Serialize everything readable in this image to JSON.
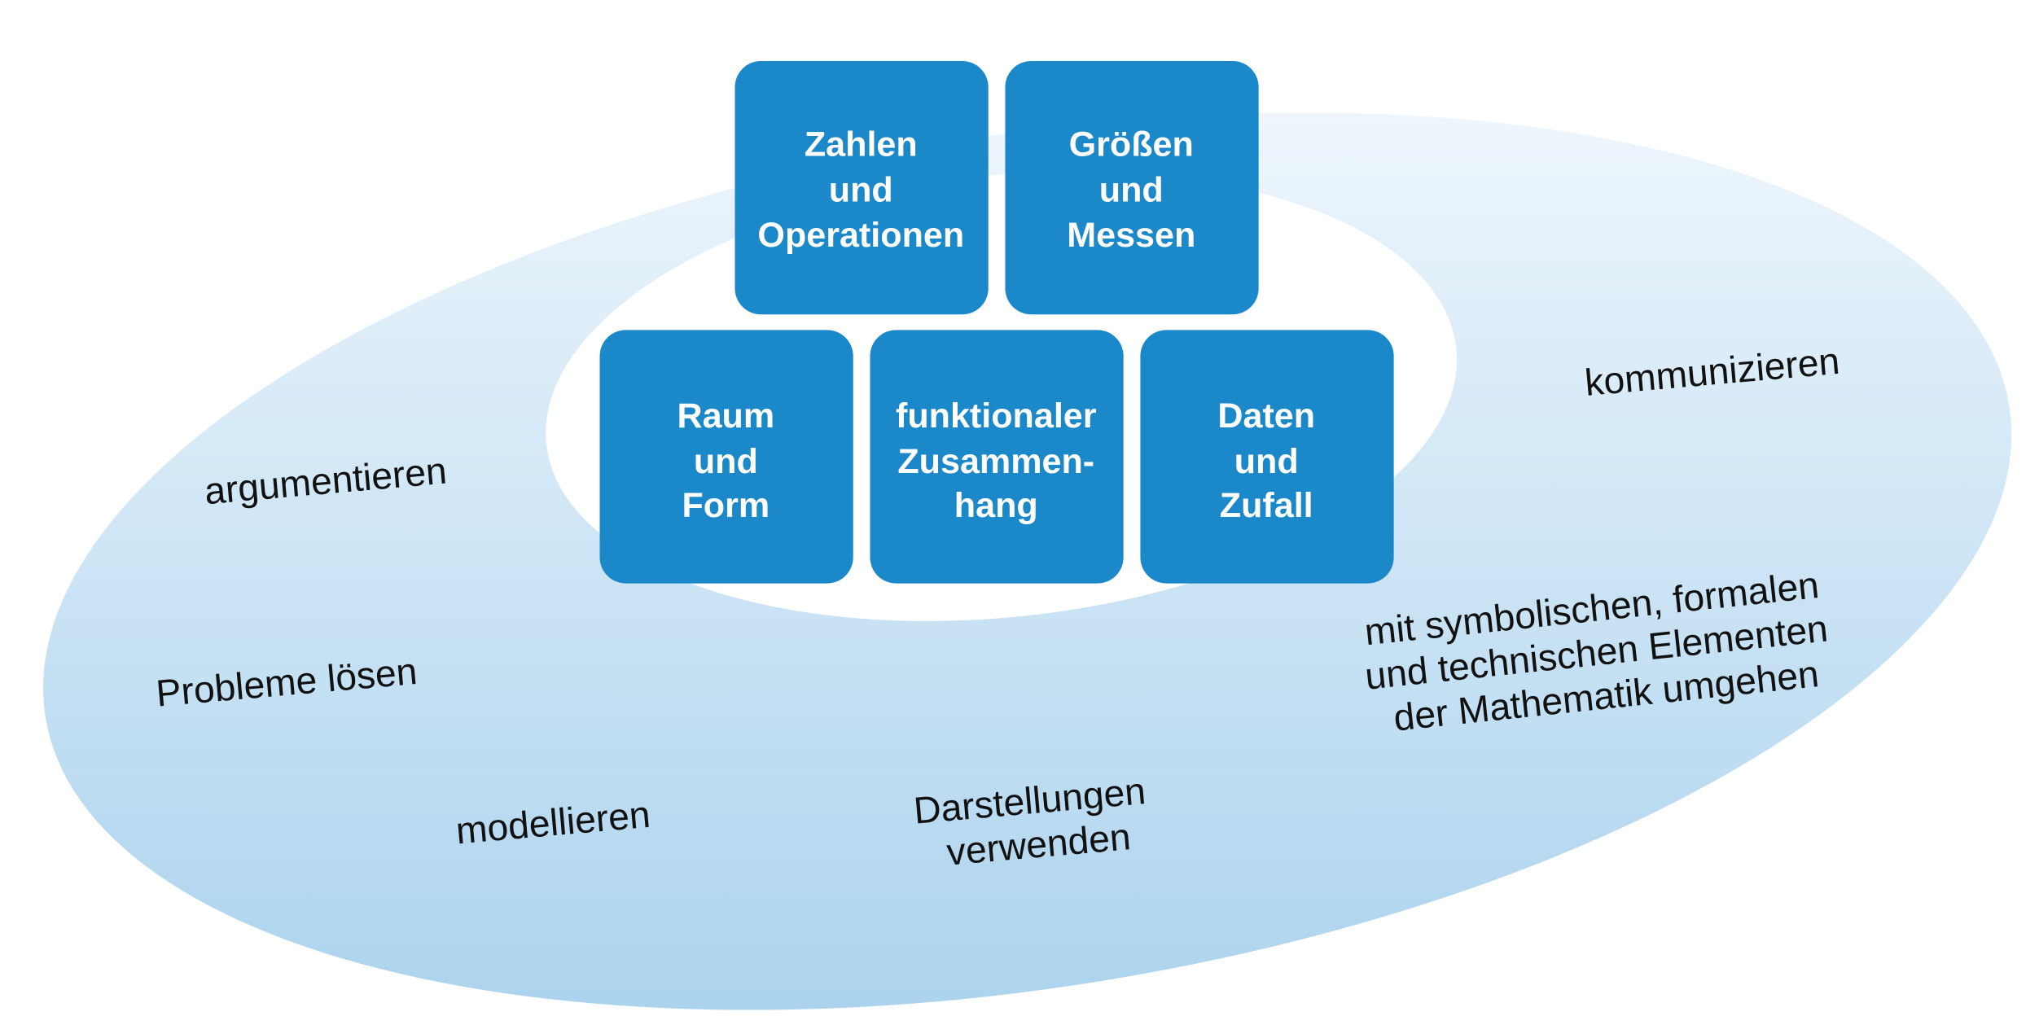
{
  "colors": {
    "box": "#1b88c9",
    "ring_top": "#eef6fc",
    "ring_bottom": "#acd3ee",
    "text": "#111111"
  },
  "content_areas": [
    {
      "lines": [
        "Zahlen",
        "und",
        "Operationen"
      ]
    },
    {
      "lines": [
        "Größen",
        "und",
        "Messen"
      ]
    },
    {
      "lines": [
        "Raum",
        "und",
        "Form"
      ]
    },
    {
      "lines": [
        "funktionaler",
        "Zusammen-",
        "hang"
      ]
    },
    {
      "lines": [
        "Daten",
        "und",
        "Zufall"
      ]
    }
  ],
  "competencies": {
    "argumentieren": "argumentieren",
    "probleme": "Probleme lösen",
    "modellieren": "modellieren",
    "darstellungen": [
      "Darstellungen",
      "verwenden"
    ],
    "kommunizieren": "kommunizieren",
    "symbolisch": [
      "mit symbolischen, formalen",
      "und technischen Elementen",
      "der Mathematik umgehen"
    ]
  }
}
